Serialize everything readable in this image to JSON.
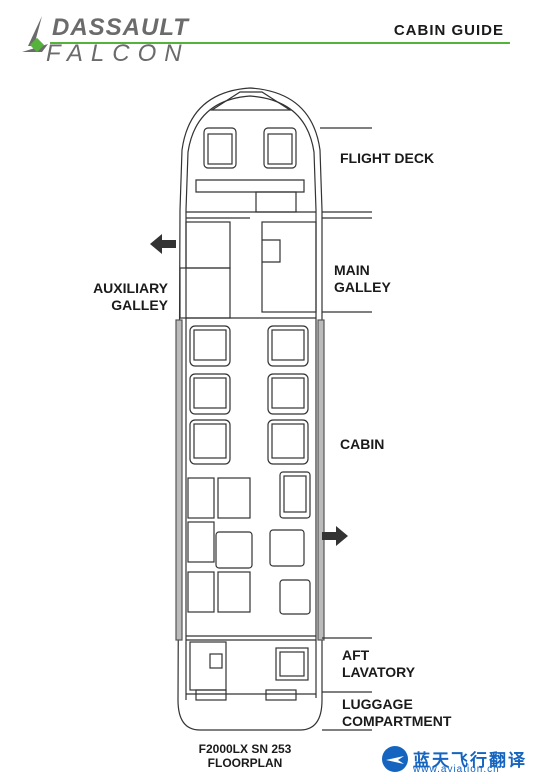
{
  "header": {
    "brand_top": "DASSAULT",
    "brand_bottom": "FALCON",
    "title": "CABIN GUIDE"
  },
  "zones": {
    "flight_deck": "FLIGHT DECK",
    "main_galley": [
      "MAIN",
      "GALLEY"
    ],
    "auxiliary_galley": [
      "AUXILIARY",
      "GALLEY"
    ],
    "cabin": "CABIN",
    "aft_lavatory": [
      "AFT",
      "LAVATORY"
    ],
    "luggage": [
      "LUGGAGE",
      "COMPARTMENT"
    ]
  },
  "caption": [
    "F2000LX SN 253",
    "FLOORPLAN"
  ],
  "watermark": {
    "chinese": "蓝天飞行翻译",
    "url": "www.aviation.cn"
  },
  "colors": {
    "accent_green": "#55b33b",
    "logo_gray": "#6b6b6b",
    "watermark_blue": "#1565c0",
    "line": "#333333"
  }
}
